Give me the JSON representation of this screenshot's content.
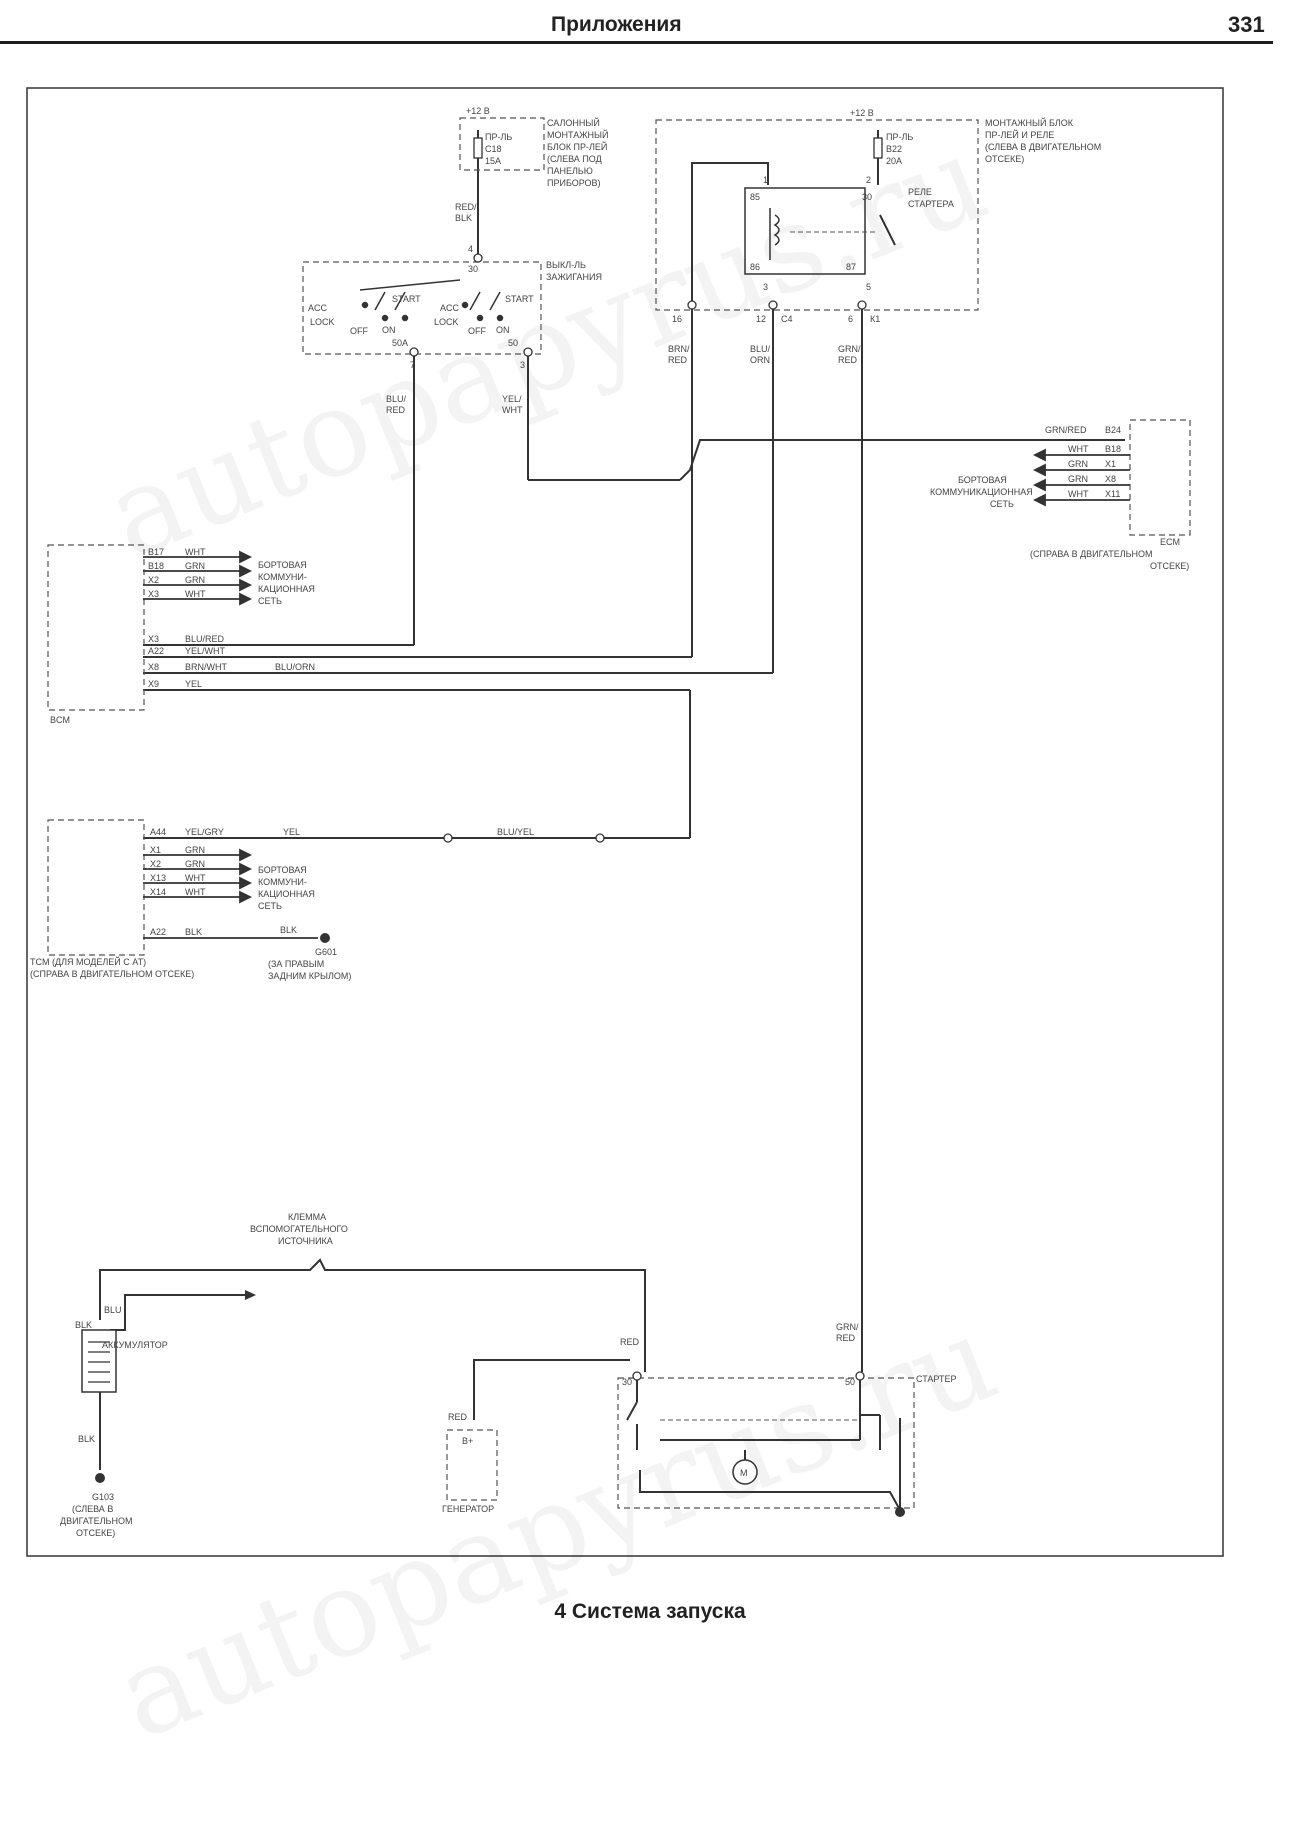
{
  "header": {
    "title": "Приложения",
    "page_number": "331"
  },
  "caption": "4 Система запуска",
  "watermark": "autopapyrus.ru",
  "blocks": {
    "fuse_box_cabin": {
      "supply": "+12 В",
      "fuse": [
        "ПР-ЛЬ",
        "С18",
        "15А"
      ],
      "label": [
        "САЛОННЫЙ",
        "МОНТАЖНЫЙ",
        "БЛОК ПР-ЛЕЙ",
        "(СЛЕВА ПОД",
        "ПАНЕЛЬЮ",
        "ПРИБОРОВ)"
      ]
    },
    "ignition_switch": {
      "label": [
        "ВЫКЛ-ЛЬ",
        "ЗАЖИГАНИЯ"
      ],
      "positions": [
        "ACC",
        "LOCK",
        "OFF",
        "ON",
        "START",
        "ACC",
        "LOCK",
        "OFF",
        "ON",
        "START"
      ]
    },
    "relay_block": {
      "supply": "+12 В",
      "fuse": [
        "ПР-ЛЬ",
        "В22",
        "20А"
      ],
      "label": [
        "МОНТАЖНЫЙ БЛОК",
        "ПР-ЛЕЙ И РЕЛЕ",
        "(СЛЕВА В ДВИГАТЕЛЬНОМ",
        "ОТСЕКЕ)"
      ],
      "relay_label": [
        "РЕЛЕ",
        "СТАРТЕРА"
      ],
      "pins": [
        "1",
        "2",
        "3",
        "5",
        "85",
        "86",
        "87",
        "30"
      ],
      "connectors": [
        "16",
        "12",
        "С4",
        "6",
        "К1"
      ]
    },
    "bcm": {
      "label": [
        "BCM"
      ],
      "can_label": [
        "БОРТОВАЯ",
        "КОММУНИ-",
        "КАЦИОННАЯ",
        "СЕТЬ"
      ]
    },
    "ecm": {
      "label": [
        "ECM",
        "(СПРАВА В ДВИГАТЕЛЬНОМ",
        "ОТСЕКЕ)"
      ],
      "can_label": [
        "БОРТОВАЯ",
        "КОММУНИКАЦИОННАЯ",
        "СЕТЬ"
      ]
    },
    "tcm": {
      "label": [
        "TCM (ДЛЯ МОДЕЛЕЙ С АТ)",
        "(СПРАВА В ДВИГАТЕЛЬНОМ ОТСЕКЕ)"
      ],
      "can_label": [
        "БОРТОВАЯ",
        "КОММУНИ-",
        "КАЦИОННАЯ",
        "СЕТЬ"
      ],
      "ground": [
        "G601",
        "(ЗА ПРАВЫМ",
        "ЗАДНИМ КРЫЛОМ)"
      ]
    },
    "battery": {
      "label": "АККУМУЛЯТОР",
      "ground": [
        "G103",
        "(СЛЕВА В",
        "ДВИГАТЕЛЬНОМ",
        "ОТСЕКЕ)"
      ]
    },
    "aux_terminal": {
      "label": [
        "КЛЕММА",
        "ВСПОМОГАТЕЛЬНОГО",
        "ИСТОЧНИКА"
      ]
    },
    "starter": {
      "label": "СТАРТЕР",
      "pins": [
        "30",
        "50"
      ]
    },
    "generator": {
      "label": "ГЕНЕРАТОР",
      "pin": "B+"
    }
  },
  "wire_labels": {
    "fuse_out": [
      "RED/",
      "BLK"
    ],
    "ign_pin_top": [
      "4",
      "30"
    ],
    "ign_pin_left": [
      "7",
      "50A"
    ],
    "ign_pin_right": [
      "3",
      "50"
    ],
    "wire_blu_red": [
      "BLU/",
      "RED"
    ],
    "wire_yel_wht": [
      "YEL/",
      "WHT"
    ],
    "relay_wire_1": [
      "BRN/",
      "RED"
    ],
    "relay_wire_2": [
      "BLU/",
      "ORN"
    ],
    "relay_wire_3": [
      "GRN/",
      "RED"
    ],
    "starter_wire": [
      "GRN/",
      "RED"
    ],
    "battery_pos": "RED",
    "battery_blk": "BLK",
    "battery_blu": "BLU",
    "gen_wire": "RED",
    "starter_main": "RED",
    "tcm_mid_yel": "YEL",
    "tcm_mid_blu": "BLU/YEL",
    "tcm_blk": "BLK",
    "bcm_blu_orn": "BLU/ORN"
  },
  "bcm_pins": [
    {
      "pin": "B17",
      "color": "WHT"
    },
    {
      "pin": "B18",
      "color": "GRN"
    },
    {
      "pin": "X2",
      "color": "GRN"
    },
    {
      "pin": "X3",
      "color": "WHT"
    }
  ],
  "bcm_signals": [
    {
      "pin": "X3",
      "color": "BLU/RED"
    },
    {
      "pin": "A22",
      "color": "YEL/WHT"
    },
    {
      "pin": "X8",
      "color": "BRN/WHT"
    },
    {
      "pin": "X9",
      "color": "YEL"
    }
  ],
  "ecm_pins": [
    {
      "pin": "B24",
      "color": "GRN/RED"
    },
    {
      "pin": "B18",
      "color": "WHT"
    },
    {
      "pin": "X1",
      "color": "GRN"
    },
    {
      "pin": "X8",
      "color": "GRN"
    },
    {
      "pin": "X11",
      "color": "WHT"
    }
  ],
  "tcm_pins": [
    {
      "pin": "A44",
      "color": "YEL/GRY"
    },
    {
      "pin": "X1",
      "color": "GRN"
    },
    {
      "pin": "X2",
      "color": "GRN"
    },
    {
      "pin": "X13",
      "color": "WHT"
    },
    {
      "pin": "X14",
      "color": "WHT"
    },
    {
      "pin": "A22",
      "color": "BLK"
    }
  ]
}
